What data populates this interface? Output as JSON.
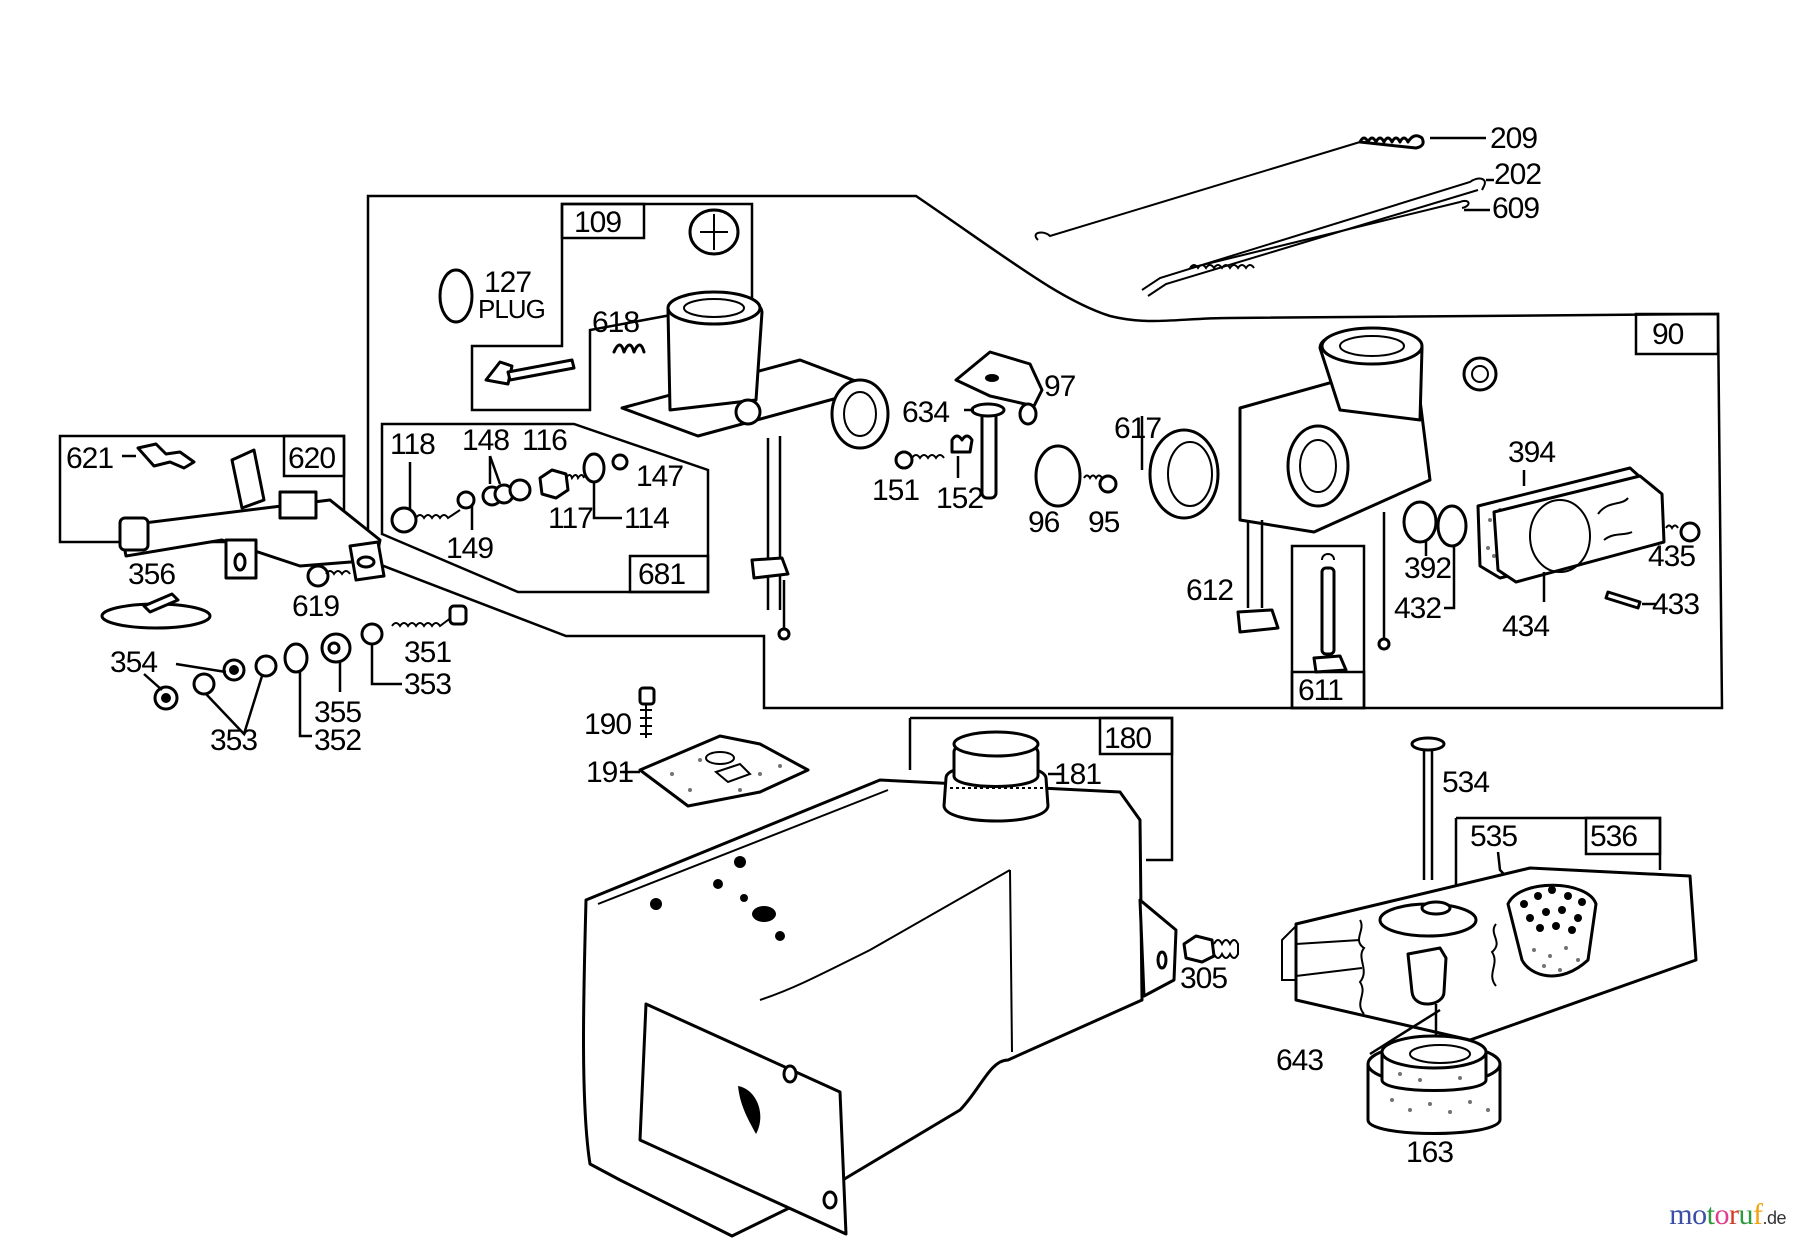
{
  "diagram": {
    "title": "Carburetor and Fuel Tank Exploded Parts Diagram",
    "group_boxes": [
      {
        "id": "box-109",
        "label": "109"
      },
      {
        "id": "box-681",
        "label": "681"
      },
      {
        "id": "box-620",
        "label": "620"
      },
      {
        "id": "box-90",
        "label": "90"
      },
      {
        "id": "box-611",
        "label": "611"
      },
      {
        "id": "box-180",
        "label": "180"
      },
      {
        "id": "box-536",
        "label": "536"
      }
    ],
    "part_labels": {
      "p209": "209",
      "p202": "202",
      "p609": "609",
      "p127": "127",
      "plug": "PLUG",
      "p618": "618",
      "p97": "97",
      "p634": "634",
      "p151": "151",
      "p152": "152",
      "p96": "96",
      "p95": "95",
      "p617": "617",
      "p394": "394",
      "p392": "392",
      "p432": "432",
      "p435": "435",
      "p433": "433",
      "p434": "434",
      "p612": "612",
      "p118": "118",
      "p148": "148",
      "p116": "116",
      "p147": "147",
      "p117": "117",
      "p114": "114",
      "p149": "149",
      "p621": "621",
      "p356": "356",
      "p619": "619",
      "p351": "351",
      "p353a": "353",
      "p354": "354",
      "p355": "355",
      "p353b": "353",
      "p352": "352",
      "p190": "190",
      "p191": "191",
      "p181": "181",
      "p305": "305",
      "p534": "534",
      "p535": "535",
      "p643": "643",
      "p163": "163"
    }
  },
  "watermark": {
    "letters": [
      "m",
      "o",
      "t",
      "o",
      "r",
      "u",
      "f"
    ],
    "colors": [
      "#3b4fa8",
      "#3b4fa8",
      "#2e9a3e",
      "#e03e8c",
      "#d43a2a",
      "#2e9a3e",
      "#f2a30f"
    ],
    "suffix": ".de"
  }
}
